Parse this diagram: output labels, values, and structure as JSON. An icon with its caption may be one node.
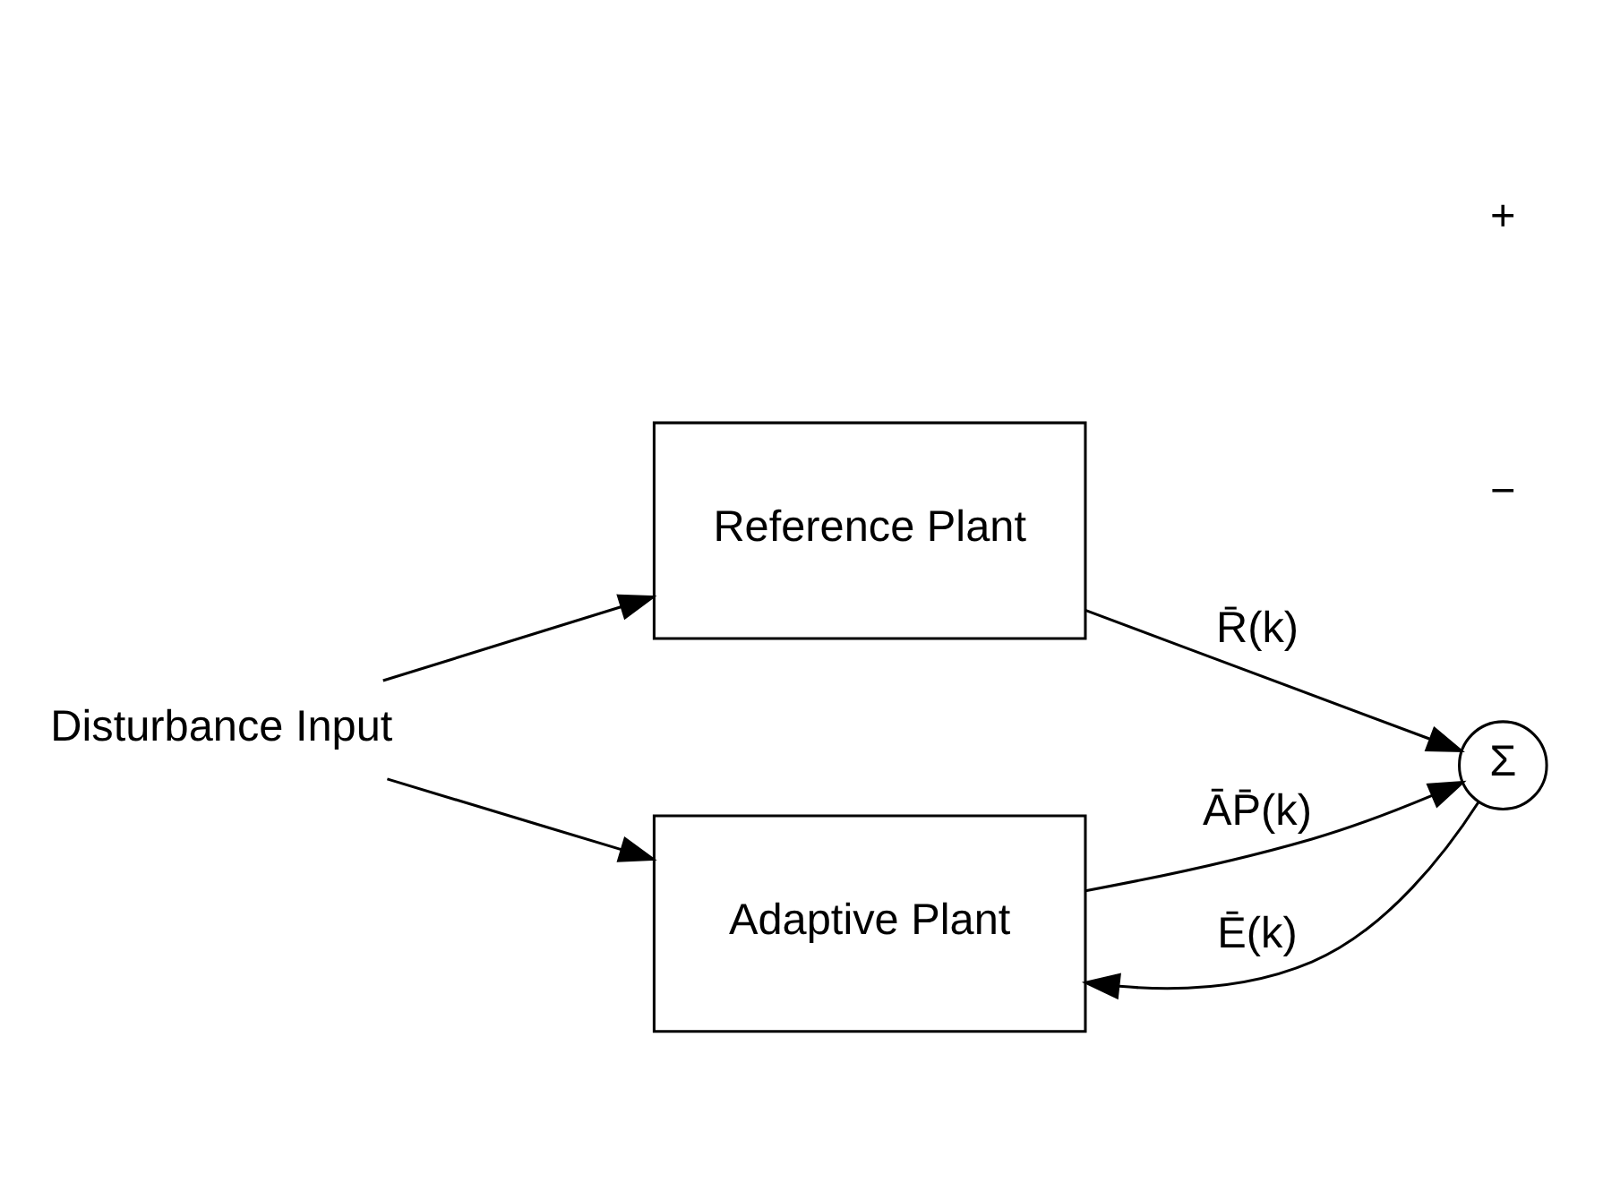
{
  "diagram": {
    "nodes": [
      {
        "text": [
          "Disturbance Input"
        ]
      },
      {
        "text": [
          "Reference Plant"
        ]
      },
      {
        "text": [
          "Adaptive Plant"
        ]
      },
      {
        "text": [
          "Σ"
        ]
      }
    ],
    "edges": [
      {
        "from": 0,
        "to": 1,
        "arrow": "to"
      },
      {
        "from": 0,
        "to": 2,
        "arrow": "to"
      },
      {
        "from": 1,
        "to": 3,
        "arrow": "to",
        "label": "R̄(k)"
      },
      {
        "from": 2,
        "to": 3,
        "arrow": "to",
        "label": "ĀP̄(k)"
      },
      {
        "from": 3,
        "to": 2,
        "arrow": "to",
        "label": "Ē(k)"
      }
    ],
    "labels": [
      "−",
      "+"
    ]
  }
}
